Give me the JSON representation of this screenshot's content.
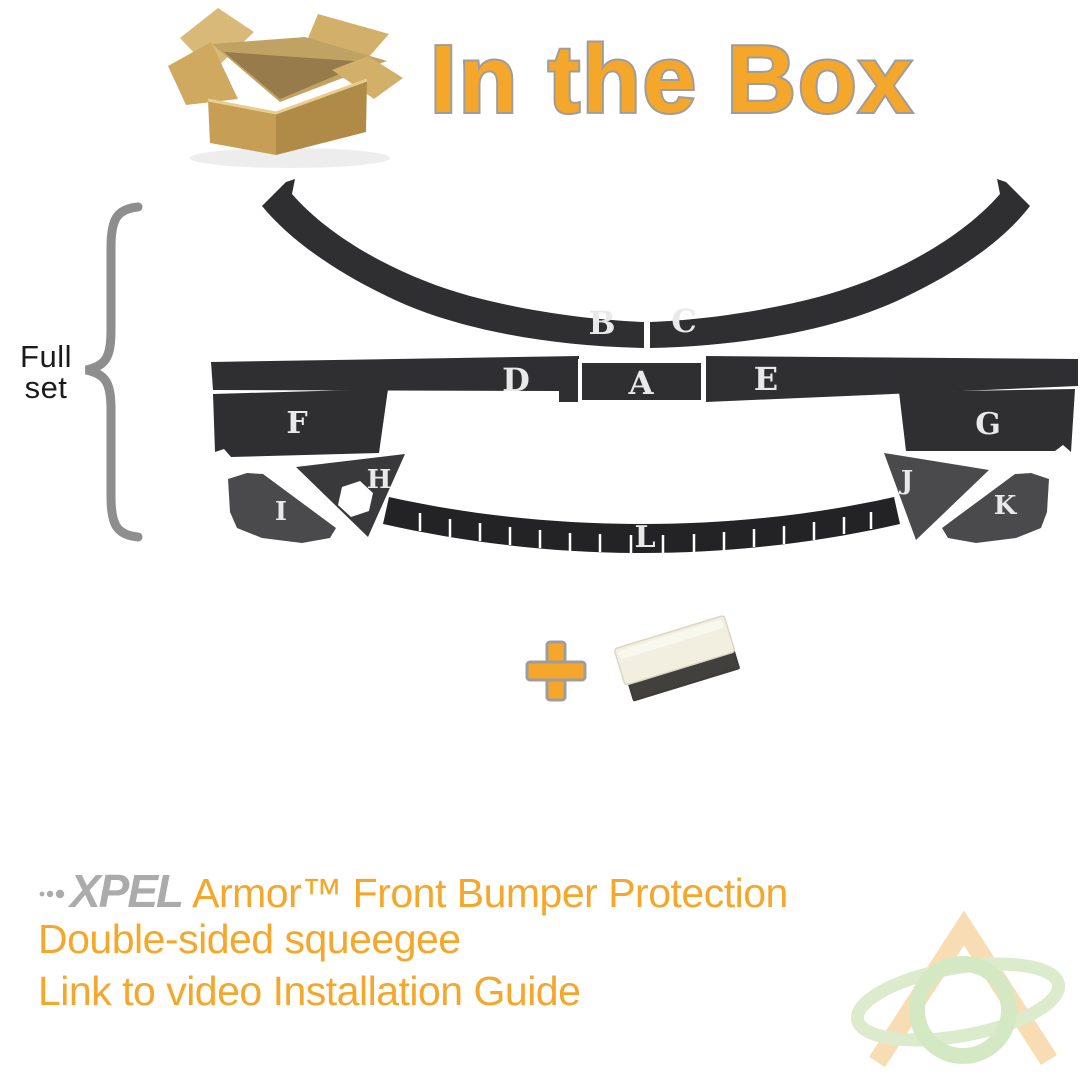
{
  "title": "In the Box",
  "full_set": {
    "line1": "Full",
    "line2": "set"
  },
  "pieces": [
    "A",
    "B",
    "C",
    "D",
    "E",
    "F",
    "G",
    "H",
    "I",
    "J",
    "K",
    "L"
  ],
  "brand": {
    "name": "XPEL"
  },
  "contents": {
    "product": "Armor™ Front Bumper Protection",
    "tool": "Double-sided squeegee",
    "guide": "Link to video Installation Guide"
  },
  "icons": {
    "box": "open-cardboard-box",
    "plus": "+",
    "squeegee": "double-sided-squeegee",
    "watermark": "triangle-ring-swoosh-logo"
  },
  "colors": {
    "accent": "#F5A72B",
    "outline": "#9D9D9D",
    "film_dark": "#2F2F31",
    "film_mid": "#4A4A4C",
    "film_darker": "#232325",
    "text_dark": "#1B1B1B",
    "brand_gray": "#ABABAB",
    "brace_gray": "#8E8E8E",
    "cardboard": "#D2AC62",
    "watermark_peach": "#F8DDB4",
    "watermark_green": "#D5E8C4"
  }
}
